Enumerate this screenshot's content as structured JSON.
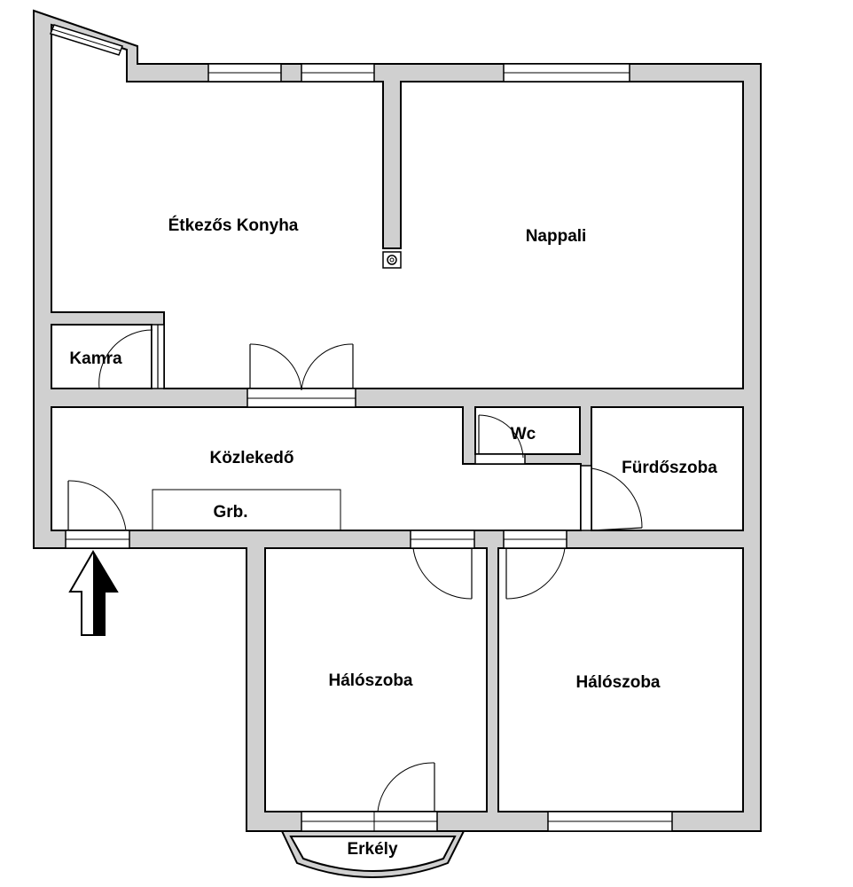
{
  "rooms": {
    "kitchen": "Étkezős Konyha",
    "living": "Nappali",
    "pantry": "Kamra",
    "hall": "Közlekedő",
    "wardrobe": "Grb.",
    "wc": "Wc",
    "bathroom": "Fürdőszoba",
    "bedroom_left": "Hálószoba",
    "bedroom_right": "Hálószoba",
    "balcony": "Erkély"
  },
  "icons": {
    "entrance": "entrance-arrow-icon",
    "chimney": "chimney-icon"
  }
}
